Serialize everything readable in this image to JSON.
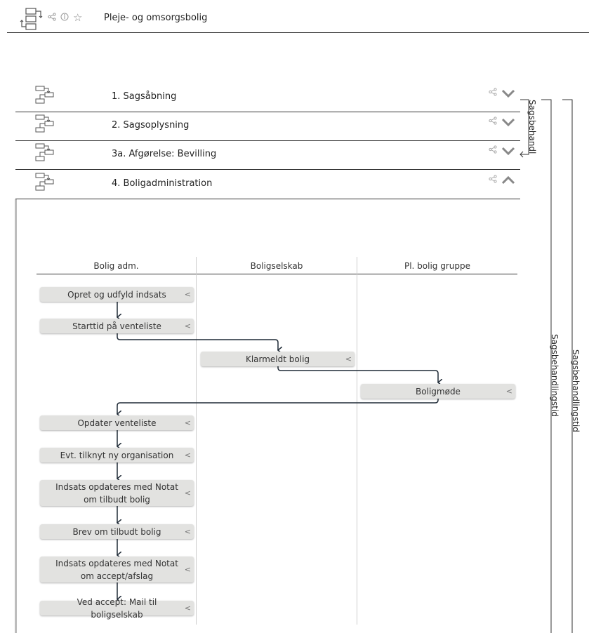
{
  "header": {
    "title": "Pleje- og omsorgsbolig"
  },
  "phases": [
    {
      "label": "1. Sagsåbning",
      "state": "collapsed"
    },
    {
      "label": "2. Sagsoplysning",
      "state": "collapsed"
    },
    {
      "label": "3a. Afgørelse: Bevilling",
      "state": "collapsed"
    },
    {
      "label": "4. Boligadministration",
      "state": "expanded"
    }
  ],
  "lanes": [
    "Bolig adm.",
    "Boligselskab",
    "Pl. bolig gruppe"
  ],
  "tasks": [
    {
      "label": "Opret og udfyld indsats",
      "lane": "Bolig adm."
    },
    {
      "label": "Starttid på venteliste",
      "lane": "Bolig adm."
    },
    {
      "label": "Klarmeldt bolig",
      "lane": "Boligselskab"
    },
    {
      "label": "Boligmøde",
      "lane": "Pl. bolig gruppe"
    },
    {
      "label": "Opdater venteliste",
      "lane": "Bolig adm."
    },
    {
      "label": "Evt. tilknyt ny organisation",
      "lane": "Bolig adm."
    },
    {
      "label": "Indsats opdateres med Notat om tilbudt bolig",
      "lane": "Bolig adm."
    },
    {
      "label": "Brev om tilbudt bolig",
      "lane": "Bolig adm."
    },
    {
      "label": "Indsats opdateres med Notat om accept/afslag",
      "lane": "Bolig adm."
    },
    {
      "label": "Ved accept: Mail til boligselskab",
      "lane": "Bolig adm."
    }
  ],
  "brackets": {
    "inner": "Sagsbehandl...",
    "middle": "Sagsbehandlingstid",
    "outer": "Sagsbehandlingstid"
  },
  "icons": {
    "share": "share-icon",
    "info": "info-icon",
    "star": "star-icon",
    "process": "process-icon",
    "chevron_down": "chevron-down-icon",
    "chevron_up": "chevron-up-icon"
  }
}
